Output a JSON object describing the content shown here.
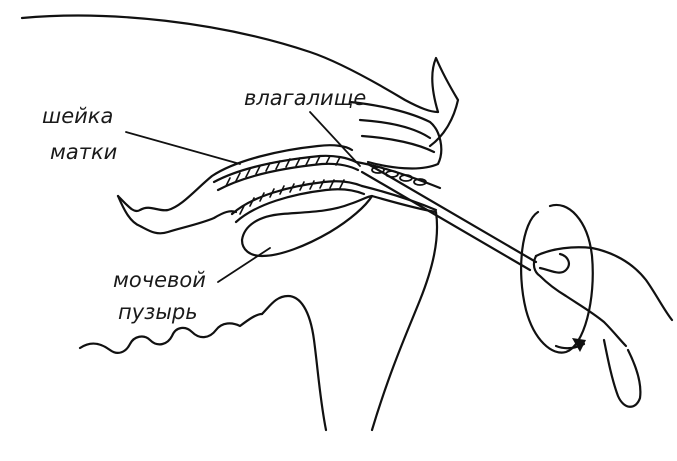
{
  "labels": {
    "vagina": "влагалище",
    "cervix_line1": "шейка",
    "cervix_line2": "матки",
    "bladder_line1": "мочевой",
    "bladder_line2": "пузырь"
  }
}
